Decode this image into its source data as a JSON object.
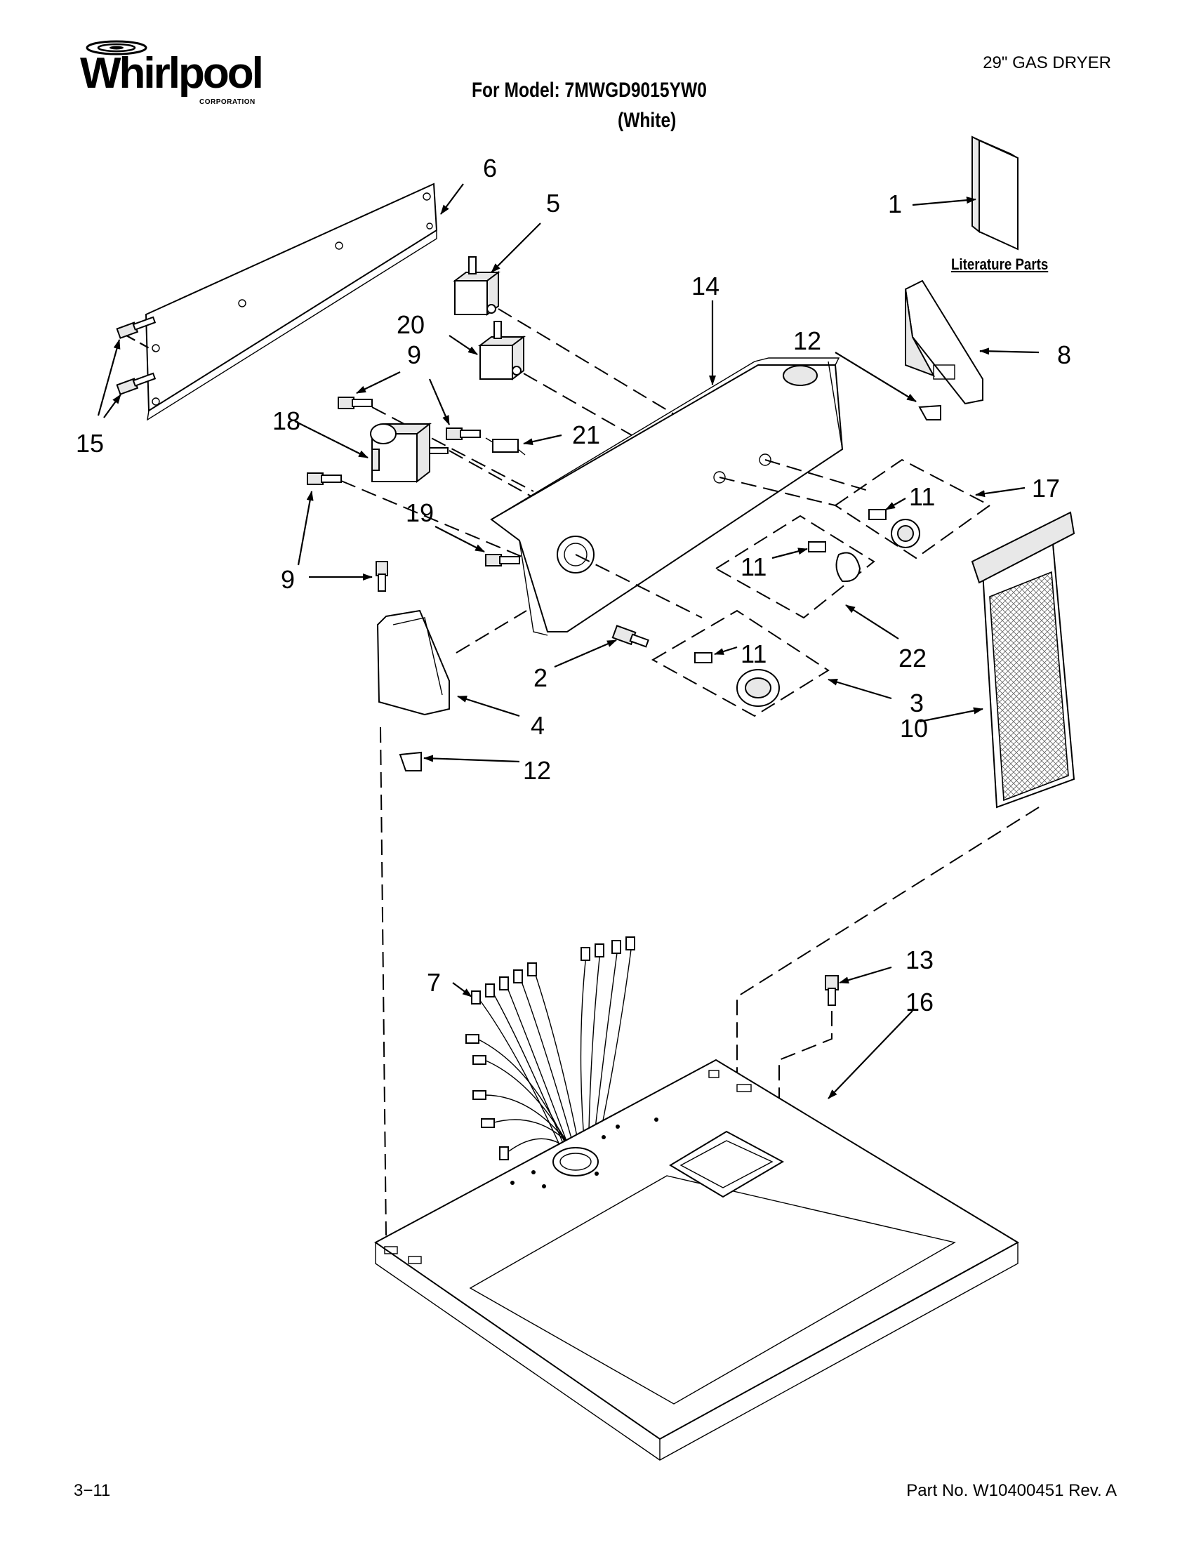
{
  "header": {
    "brand": "Whirlpool",
    "brand_sub": "CORPORATION",
    "doc_type": "29\" GAS DRYER",
    "model_line": "For Model: 7MWGD9015YW0",
    "color_line": "(White)"
  },
  "literature_label": "Literature Parts",
  "callouts": {
    "c1": "1",
    "c2": "2",
    "c3": "3",
    "c4": "4",
    "c5": "5",
    "c6": "6",
    "c7": "7",
    "c8": "8",
    "c9a": "9",
    "c9b": "9",
    "c10": "10",
    "c11a": "11",
    "c11b": "11",
    "c11c": "11",
    "c12a": "12",
    "c12b": "12",
    "c13": "13",
    "c14": "14",
    "c15": "15",
    "c16": "16",
    "c17": "17",
    "c18": "18",
    "c19": "19",
    "c20": "20",
    "c21": "21",
    "c22": "22"
  },
  "footer": {
    "page": "3−11",
    "part_number": "Part No. W10400451 Rev. A"
  }
}
